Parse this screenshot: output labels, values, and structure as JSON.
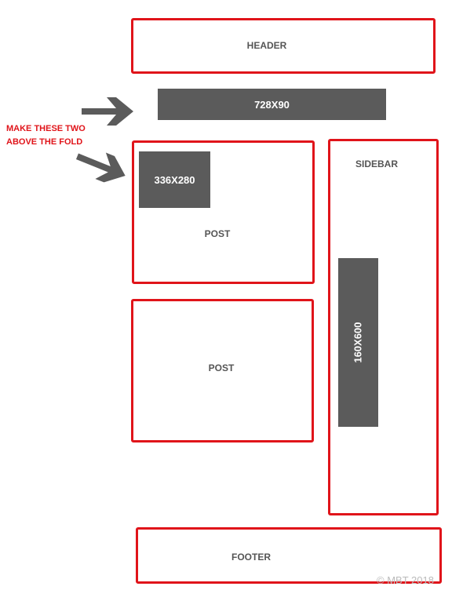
{
  "header": {
    "label": "HEADER"
  },
  "leaderboard": {
    "label": "728X90"
  },
  "post_1": {
    "label": "POST",
    "ad_label": "336X280"
  },
  "post_2": {
    "label": "POST"
  },
  "sidebar": {
    "label": "SIDEBAR",
    "ad_label": "160X600"
  },
  "footer": {
    "label": "FOOTER"
  },
  "annotation": {
    "line_1": "MAKE THESE TWO",
    "line_2": "ABOVE THE FOLD"
  },
  "watermark": {
    "text": "© MBT 2018"
  },
  "colors": {
    "outline": "#e0141a",
    "ad_block": "#5b5b5b",
    "annotation": "#e0141a",
    "arrow": "#5b5b5b"
  }
}
